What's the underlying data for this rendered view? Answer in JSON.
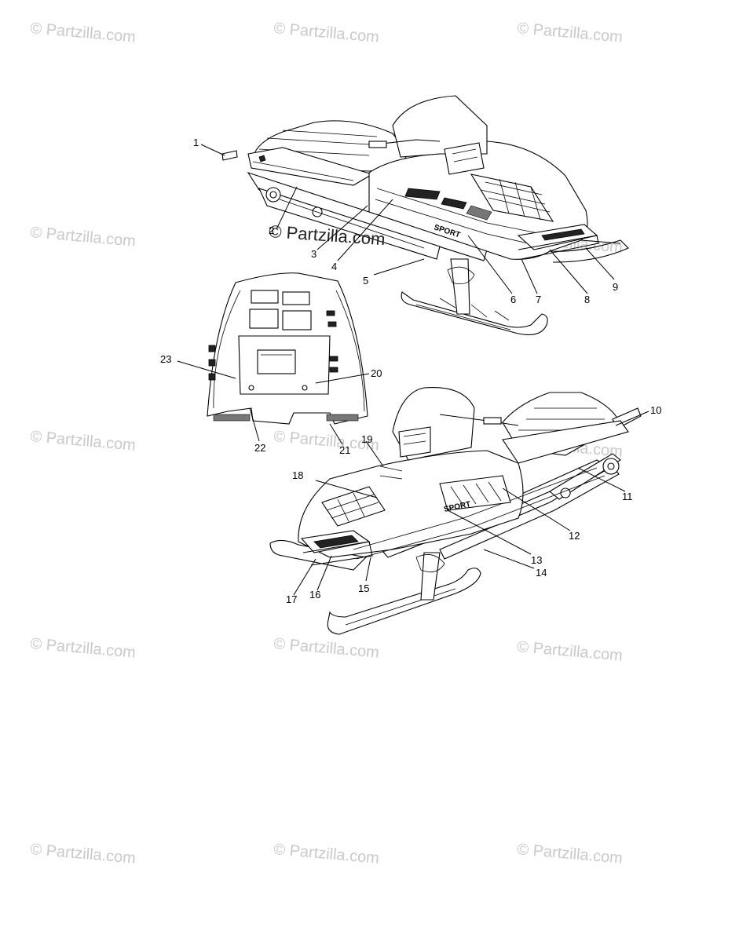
{
  "watermark_text": "© Partzilla.com",
  "center_watermark_text": "© Partzilla.com",
  "callouts": [
    "1",
    "2",
    "3",
    "4",
    "5",
    "6",
    "7",
    "8",
    "9",
    "10",
    "11",
    "12",
    "13",
    "14",
    "15",
    "16",
    "17",
    "18",
    "19",
    "20",
    "21",
    "22",
    "23"
  ]
}
